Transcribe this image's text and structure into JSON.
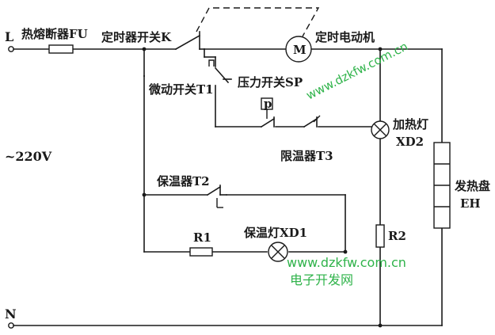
{
  "diagram": {
    "terminals": {
      "live": "L",
      "neutral": "N"
    },
    "supply": "~220V",
    "components": {
      "fuse": "热熔断器FU",
      "timer_switch": "定时器开关K",
      "timer_motor": "定时电动机",
      "motor_symbol": "M",
      "micro_switch": "微动开关T1",
      "pressure_switch": "压力开关SP",
      "pressure_symbol": "p",
      "limiter": "限温器T3",
      "heat_lamp": "加热灯",
      "heat_lamp_id": "XD2",
      "keep_warm": "保温器T2",
      "resistor1": "R1",
      "warm_lamp": "保温灯XD1",
      "resistor2": "R2",
      "heater": "发热盘",
      "heater_id": "EH"
    },
    "watermarks": {
      "diagonal": "www.dzkfw.com.cn",
      "bottom_url": "www.dzkfw.com.cn",
      "bottom_name": "电子开发网"
    }
  }
}
